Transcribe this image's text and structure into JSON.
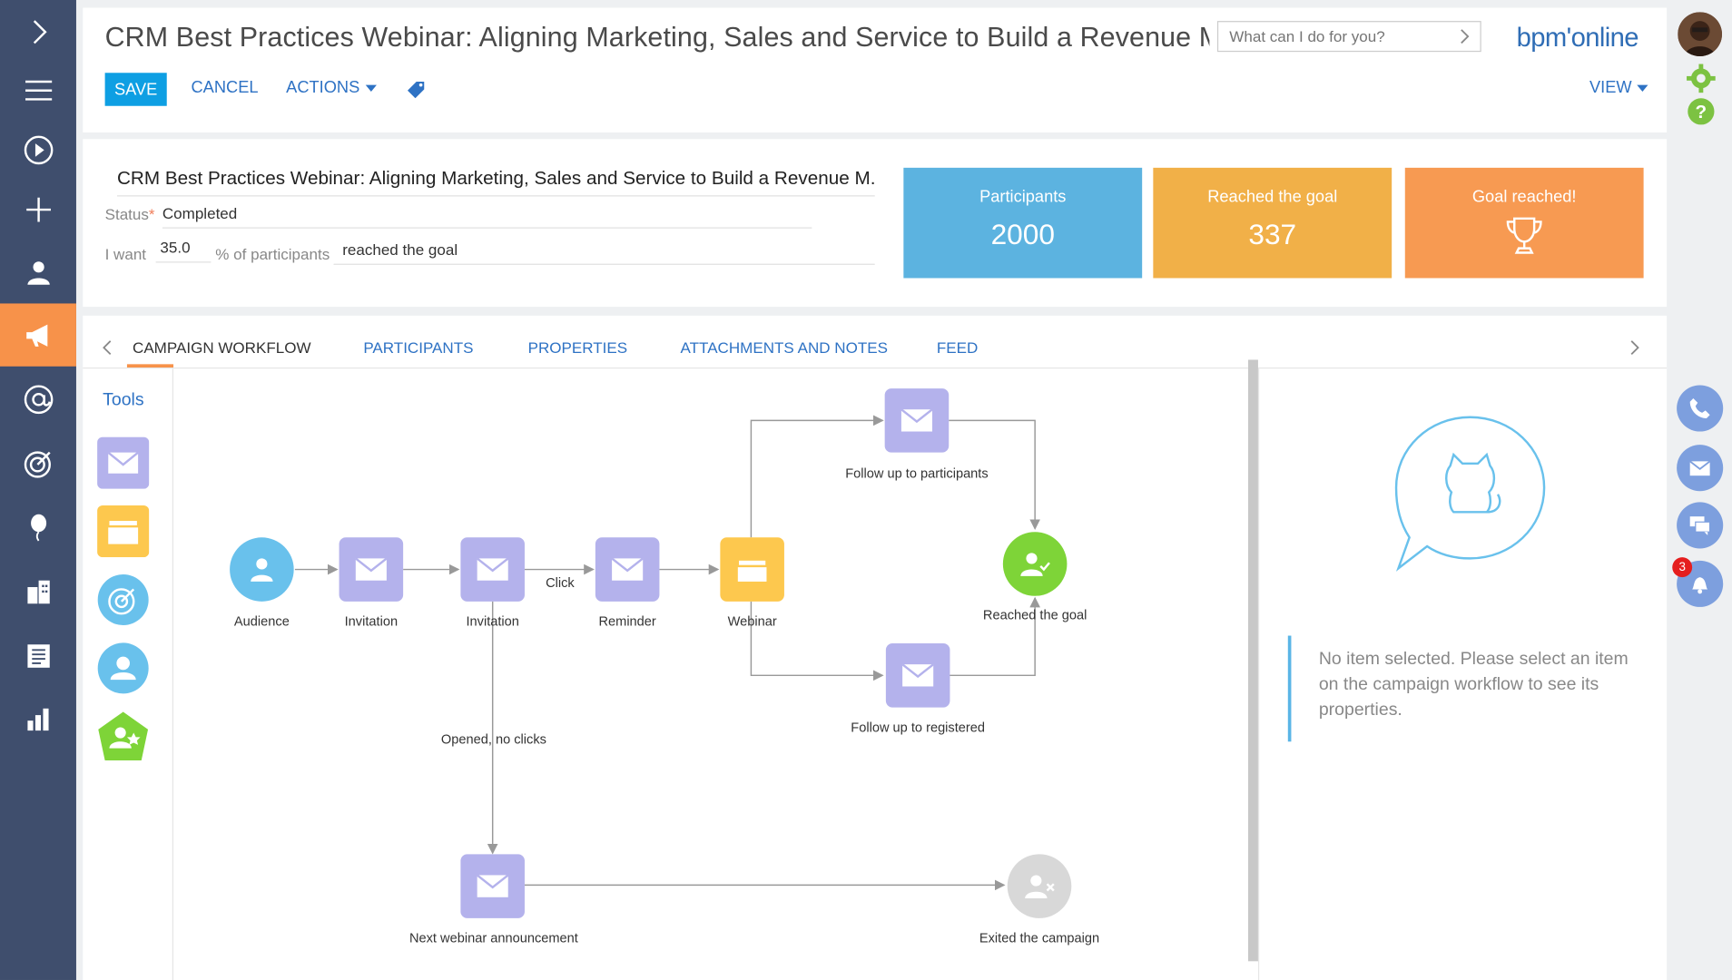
{
  "header": {
    "title": "CRM Best Practices Webinar: Aligning Marketing, Sales and Service to Build a Revenue M..",
    "search_placeholder": "What can I do for you?",
    "logo": "bpm'online",
    "save_label": "SAVE",
    "cancel_label": "CANCEL",
    "actions_label": "ACTIONS",
    "view_label": "VIEW"
  },
  "info": {
    "campaign_name": "CRM Best Practices Webinar: Aligning Marketing, Sales and Service to Build a Revenue M...",
    "status_label": "Status",
    "status_value": "Completed",
    "i_want_label": "I want",
    "percent_value": "35.0",
    "percent_label": "% of participants",
    "goal_text": "reached the goal"
  },
  "stats": {
    "participants": {
      "label": "Participants",
      "value": "2000",
      "color": "#5cb3e0"
    },
    "reached": {
      "label": "Reached the goal",
      "value": "337",
      "color": "#f1b048"
    },
    "goal": {
      "label": "Goal reached!",
      "icon": "trophy-icon",
      "color": "#f79a52"
    }
  },
  "tabs": [
    {
      "label": "CAMPAIGN WORKFLOW",
      "active": true
    },
    {
      "label": "PARTICIPANTS"
    },
    {
      "label": "PROPERTIES"
    },
    {
      "label": "ATTACHMENTS AND NOTES"
    },
    {
      "label": "FEED"
    }
  ],
  "tools": {
    "title": "Tools"
  },
  "workflow": {
    "nodes": {
      "audience": "Audience",
      "invitation1": "Invitation",
      "invitation2": "Invitation",
      "reminder": "Reminder",
      "webinar": "Webinar",
      "follow_participants": "Follow up to participants",
      "follow_registered": "Follow up to registered",
      "reached_goal": "Reached the goal",
      "next_announcement": "Next webinar announcement",
      "exited": "Exited the campaign"
    },
    "edges": {
      "click": "Click",
      "opened_no_clicks": "Opened, no clicks"
    },
    "colors": {
      "email": "#b4b2ec",
      "event": "#fdc84e",
      "audience": "#69c1ec",
      "goal": "#7ed438",
      "exit": "#d8d8d8"
    }
  },
  "properties": {
    "empty_text": "No item selected. Please select an item on the campaign workflow to see its properties."
  },
  "notifications": {
    "count": "3"
  },
  "nav": [
    "menu-toggle",
    "menu",
    "processes",
    "add",
    "contacts",
    "campaigns",
    "email",
    "leads",
    "events",
    "accounts",
    "documents",
    "dashboards"
  ]
}
